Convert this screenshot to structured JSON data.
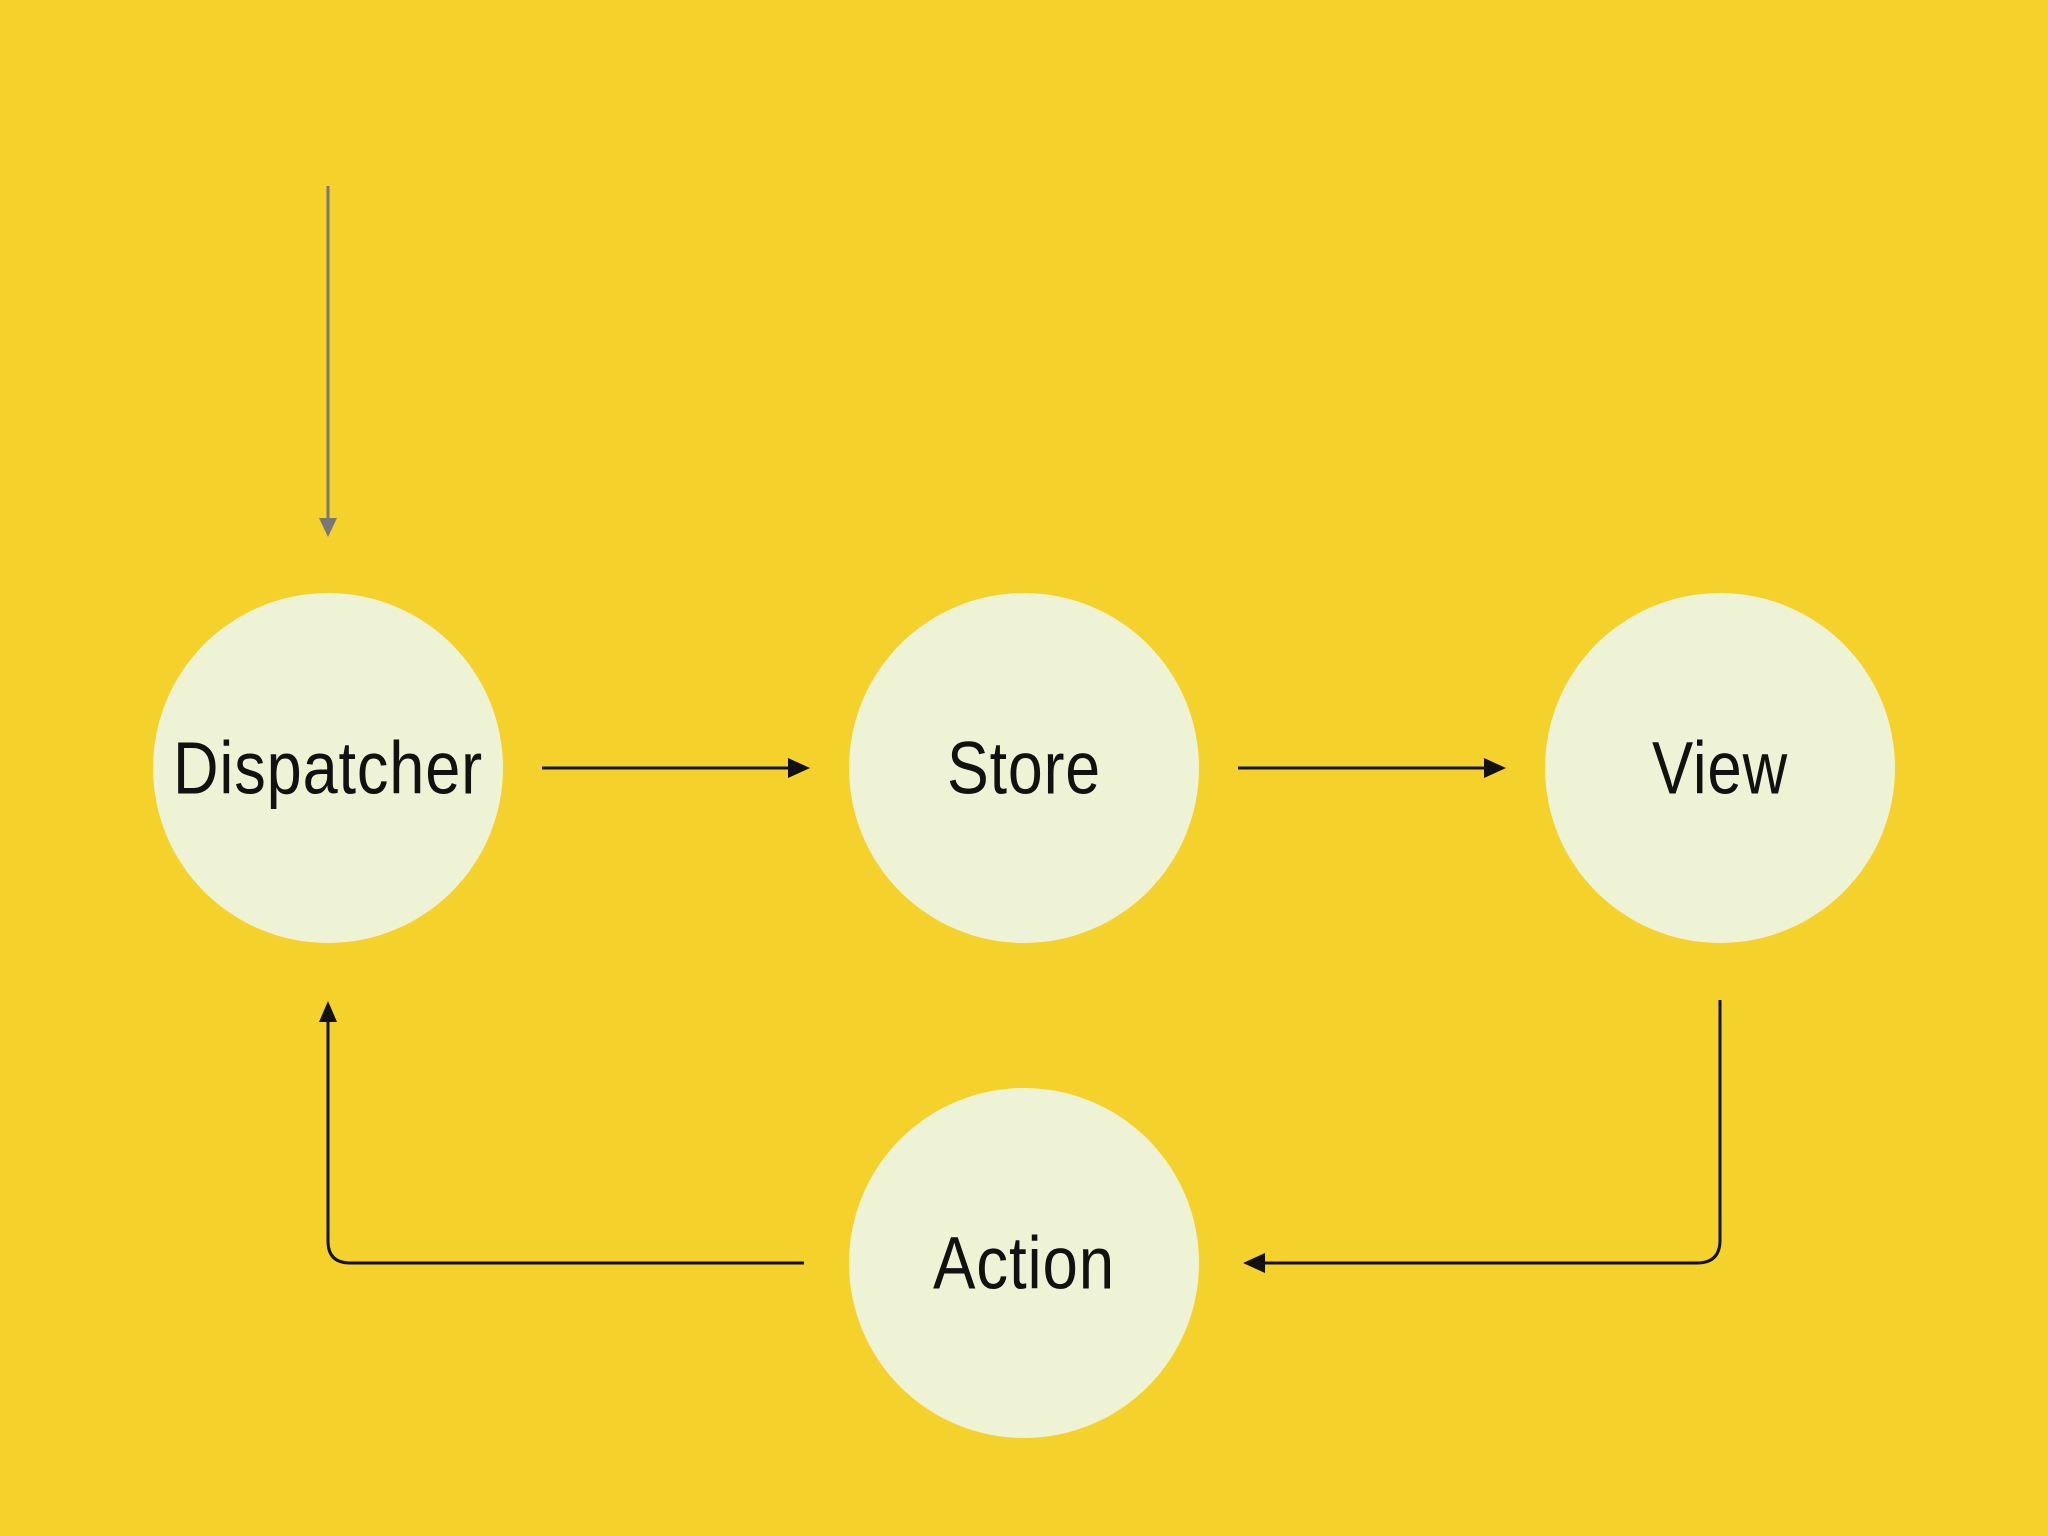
{
  "diagram": {
    "title": "",
    "colors": {
      "background": "#F5D22B",
      "node_fill": "#EFF3D6",
      "edge": "#111111",
      "entry_edge": "#777777",
      "label": "#111111"
    },
    "nodes": {
      "dispatcher": {
        "label": "Dispatcher"
      },
      "store": {
        "label": "Store"
      },
      "view": {
        "label": "View"
      },
      "action": {
        "label": "Action"
      }
    },
    "edges": [
      {
        "from": "external",
        "to": "dispatcher"
      },
      {
        "from": "dispatcher",
        "to": "store"
      },
      {
        "from": "store",
        "to": "view"
      },
      {
        "from": "view",
        "to": "action"
      },
      {
        "from": "action",
        "to": "dispatcher"
      }
    ]
  }
}
